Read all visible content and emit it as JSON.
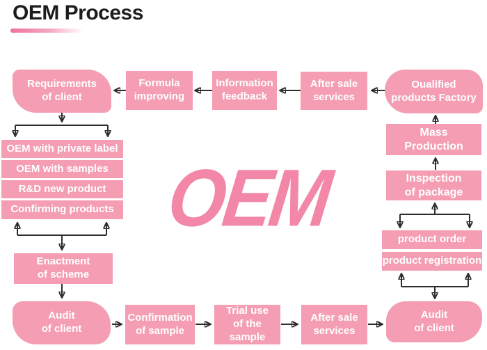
{
  "title": "OEM Process",
  "center_logo": "OEM",
  "colors": {
    "node_pink": "#f49db3",
    "logo_pink": "#f287a7",
    "underline_pink": "#ee7198",
    "arrow": "#2e2e2e",
    "title_text": "#1c1c1c",
    "node_text": "#ffffff"
  },
  "top_row": {
    "requirements": "Requirements\nof client",
    "formula": "Formula\nimproving",
    "feedback": "Information\nfeedback",
    "after_sale": "After sale\nservices",
    "factory": "Oualified\nproducts Factory"
  },
  "left_column": {
    "options": [
      "OEM with private label",
      "OEM with samples",
      "R&D new product",
      "Confirming products"
    ],
    "enactment": "Enactment\nof scheme",
    "audit": "Audit\nof client"
  },
  "bottom_row": {
    "confirmation": "Confirmation\nof sample",
    "trial": "Trial use\nof the sample",
    "after_sale": "After sale\nservices",
    "audit": "Audit\nof client"
  },
  "right_column": {
    "mass_production": "Mass\nProduction",
    "inspection": "Inspection\nof package",
    "product_order": "product order",
    "product_registration": "product registration"
  }
}
